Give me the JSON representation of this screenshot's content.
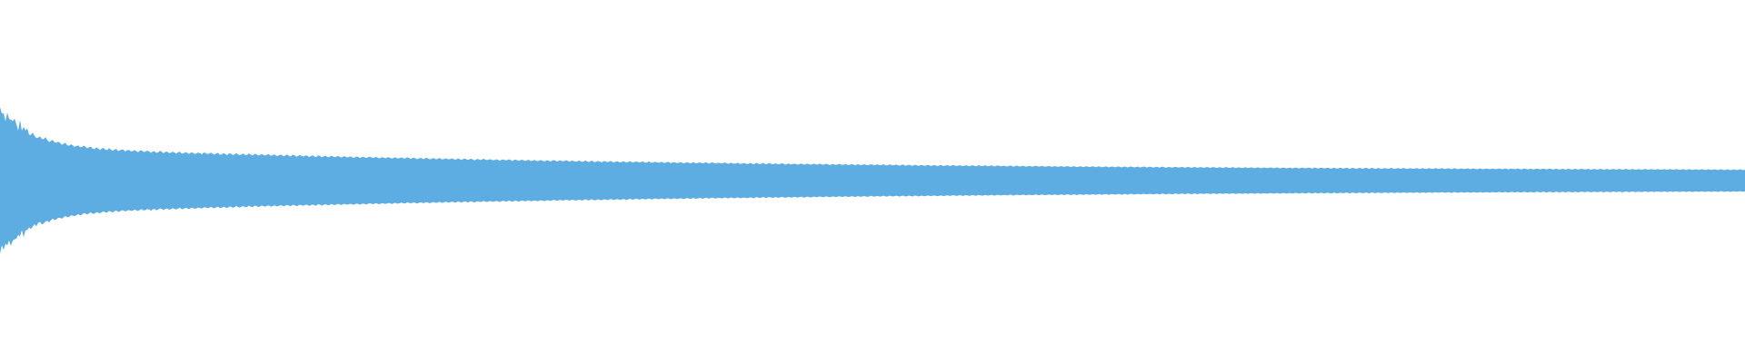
{
  "waveform": {
    "fill_color": "#5DACE2",
    "background_color": "#FFFFFF",
    "envelope": {
      "start_peak_amplitude": 0.81,
      "end_amplitude": 0.1,
      "decay": "exponential",
      "ripple": "fine"
    }
  }
}
